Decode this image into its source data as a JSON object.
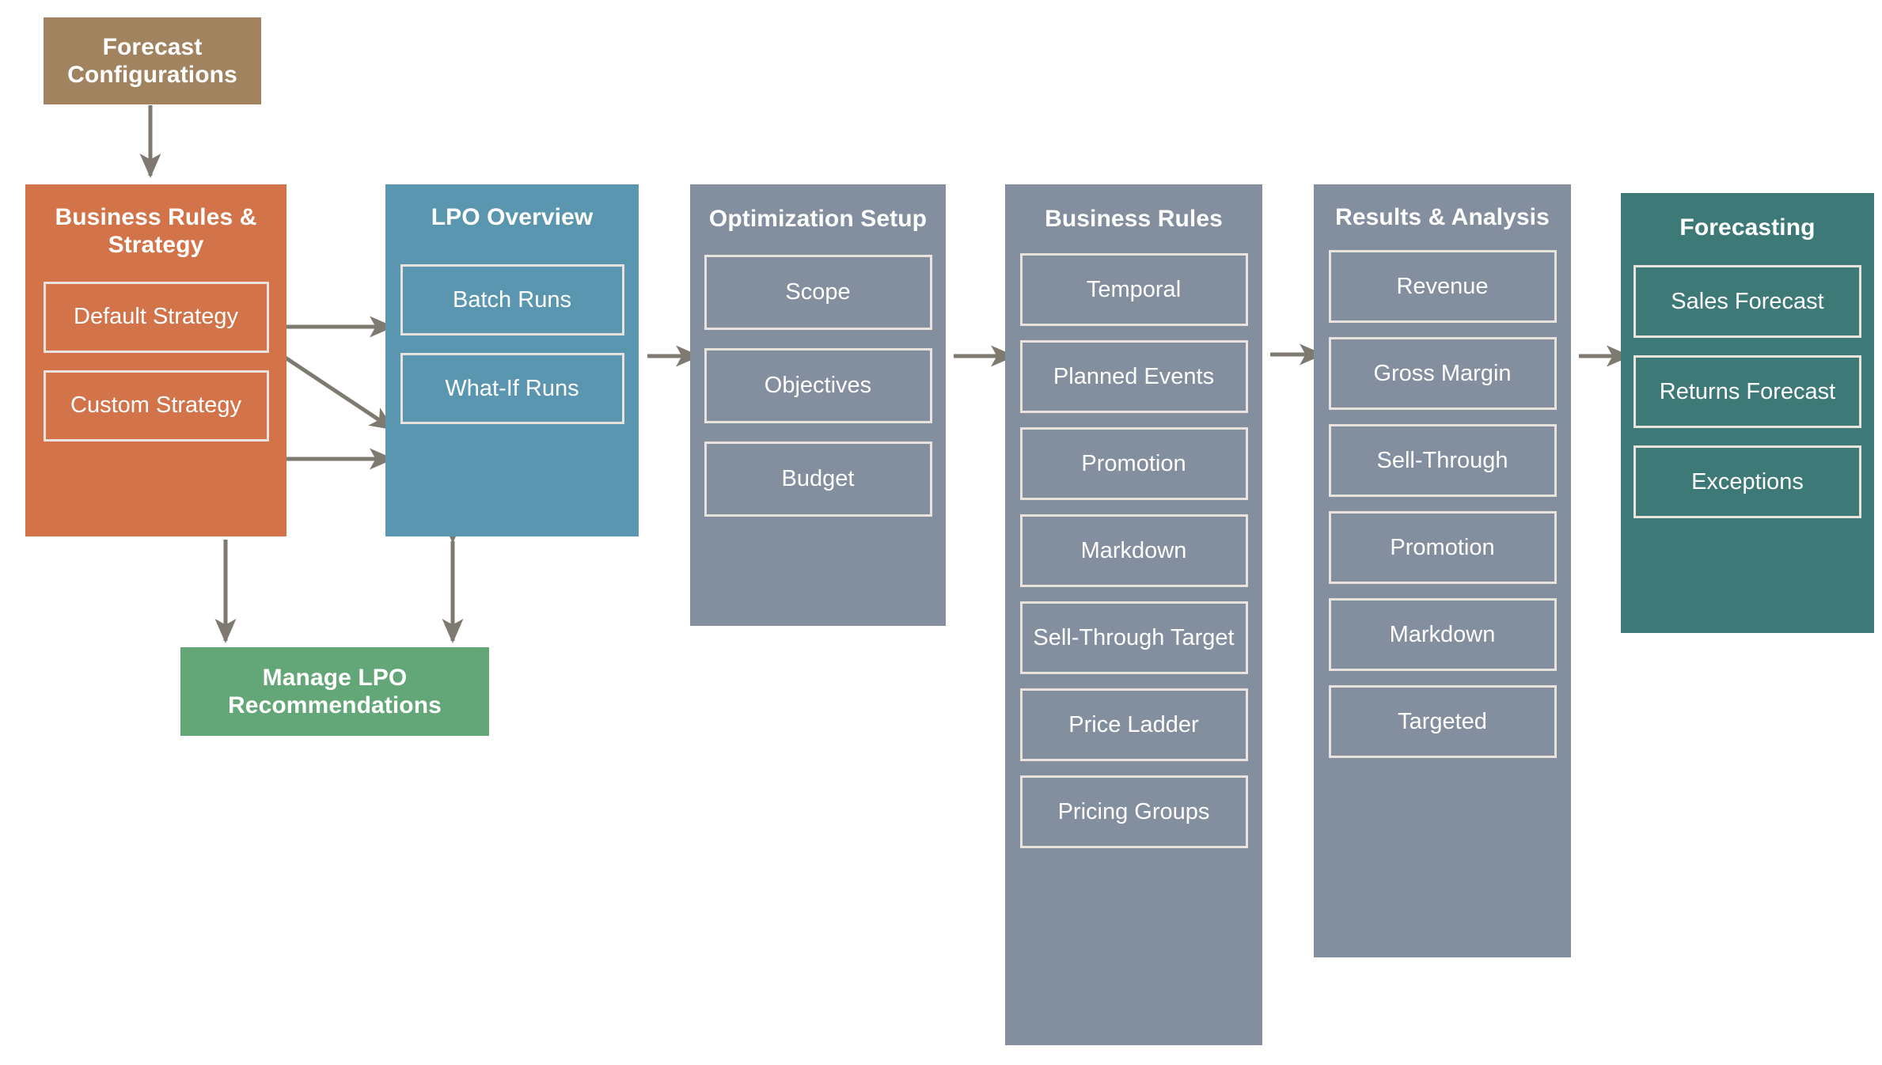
{
  "colors": {
    "brown": "#a1835f",
    "orange": "#d3734a",
    "blue": "#5b96b0",
    "green": "#63a678",
    "gray": "#838e9e",
    "teal": "#3d7a77",
    "sub_border": "#e8e4dd",
    "arrow": "#7f7a70",
    "background": "#ffffff",
    "text": "#ffffff"
  },
  "nodes": {
    "forecast_configurations": {
      "title": "Forecast Configurations"
    },
    "business_rules_strategy": {
      "title": "Business Rules & Strategy",
      "items": [
        {
          "label": "Default Strategy"
        },
        {
          "label": "Custom Strategy"
        }
      ]
    },
    "lpo_overview": {
      "title": "LPO Overview",
      "items": [
        {
          "label": "Batch Runs"
        },
        {
          "label": "What-If Runs"
        }
      ]
    },
    "manage_lpo_recommendations": {
      "title": "Manage LPO Recommendations"
    },
    "optimization_setup": {
      "title": "Optimization Setup",
      "items": [
        {
          "label": "Scope"
        },
        {
          "label": "Objectives"
        },
        {
          "label": "Budget"
        }
      ]
    },
    "business_rules": {
      "title": "Business Rules",
      "items": [
        {
          "label": "Temporal"
        },
        {
          "label": "Planned Events"
        },
        {
          "label": "Promotion"
        },
        {
          "label": "Markdown"
        },
        {
          "label": "Sell-Through Target"
        },
        {
          "label": "Price Ladder"
        },
        {
          "label": "Pricing Groups"
        }
      ]
    },
    "results_analysis": {
      "title": "Results & Analysis",
      "items": [
        {
          "label": "Revenue"
        },
        {
          "label": "Gross Margin"
        },
        {
          "label": "Sell-Through"
        },
        {
          "label": "Promotion"
        },
        {
          "label": "Markdown"
        },
        {
          "label": "Targeted"
        }
      ]
    },
    "forecasting": {
      "title": "Forecasting",
      "items": [
        {
          "label": "Sales Forecast"
        },
        {
          "label": "Returns Forecast"
        },
        {
          "label": "Exceptions"
        }
      ]
    }
  },
  "edges": [
    {
      "from": "forecast-configurations",
      "to": "business-rules-strategy",
      "type": "arrow-down"
    },
    {
      "from": "default-strategy",
      "to": "batch-runs",
      "type": "arrow-right"
    },
    {
      "from": "default-strategy",
      "to": "what-if-runs",
      "type": "arrow-diagonal"
    },
    {
      "from": "custom-strategy",
      "to": "what-if-runs",
      "type": "arrow-right"
    },
    {
      "from": "business-rules-strategy",
      "to": "manage-lpo-recommendations",
      "type": "arrow-down"
    },
    {
      "from": "lpo-overview",
      "to": "manage-lpo-recommendations",
      "type": "arrow-bidirectional"
    },
    {
      "from": "lpo-overview",
      "to": "optimization-setup",
      "type": "arrow-right"
    },
    {
      "from": "optimization-setup",
      "to": "business-rules",
      "type": "arrow-right"
    },
    {
      "from": "business-rules",
      "to": "results-analysis",
      "type": "arrow-right"
    },
    {
      "from": "results-analysis",
      "to": "forecasting",
      "type": "arrow-right"
    }
  ]
}
